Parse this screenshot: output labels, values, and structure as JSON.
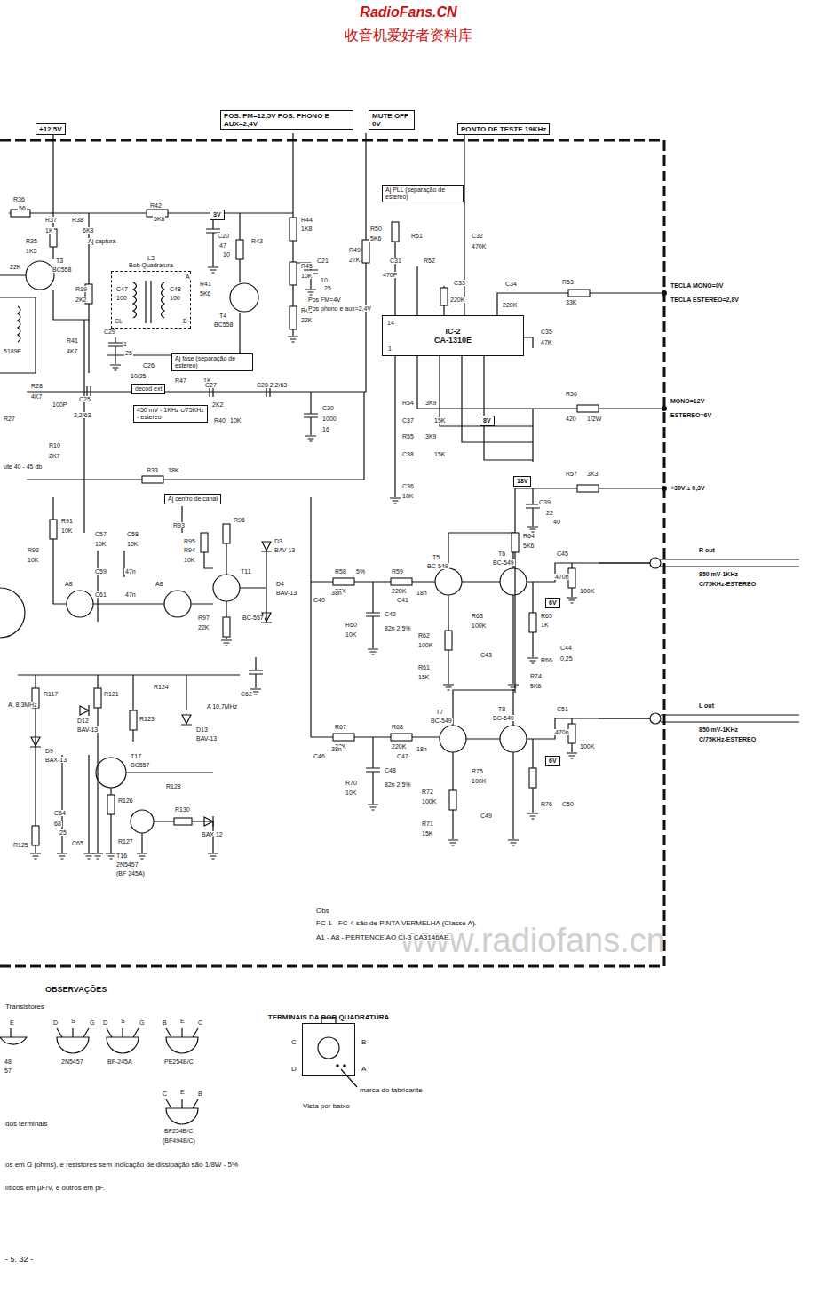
{
  "diagram": {
    "nodes": [
      {
        "text": [
          "+12,5V"
        ]
      },
      {
        "text": [
          "POS. FM=12,5V POS. PHONO E AUX=2,4V"
        ]
      },
      {
        "text": [
          "MUTE OFF 0V"
        ]
      },
      {
        "text": [
          "PONTO DE TESTE 19KHz"
        ]
      },
      {
        "text": [
          "IC-2",
          "CA-1310E"
        ]
      },
      {
        "text": [
          "Aj PLL (separação de estereo)"
        ]
      },
      {
        "text": [
          "3V"
        ]
      },
      {
        "text": [
          "L3",
          "Bob Quadratura"
        ]
      },
      {
        "text": [
          "Aj fase (separação de estereo)"
        ]
      },
      {
        "text": [
          "decod ext"
        ]
      },
      {
        "text": [
          "450 mV - 1KHz c/75KHz - estereo"
        ]
      },
      {
        "text": [
          "Aj centro de canal"
        ]
      },
      {
        "text": [
          "8V"
        ]
      },
      {
        "text": [
          "18V"
        ]
      },
      {
        "text": [
          "6V"
        ]
      },
      {
        "text": [
          "6V"
        ]
      },
      {
        "text": [
          "TERMINAIS DA BOB QUADRATURA"
        ]
      }
    ],
    "edges": [
      {
        "from": 3,
        "to": 4,
        "arrow": "none"
      }
    ],
    "labels": [
      "RadioFans.CN",
      "收音机爱好者资料库",
      "www.radiofans.cn",
      "R36",
      "56",
      "R37",
      "1K",
      "R38",
      "6K8",
      "Aj captura",
      "R35",
      "1K5",
      "22K",
      "T3",
      "BC558",
      "R19",
      "2K2",
      "C47",
      "100",
      "C48",
      "100",
      "R41",
      "5K6",
      "CL",
      "B",
      "A",
      "R42",
      "5K6",
      "C20",
      "47",
      "10",
      "R43",
      "T4",
      "BC558",
      "R44",
      "1K8",
      "R45",
      "10K",
      "C21",
      "10",
      "25",
      "R46",
      "22K",
      "Pos FM=4V",
      "Pos phono e aux=2,4V",
      "R49",
      "27K",
      "5189E",
      "C29",
      "1",
      "25",
      "R41",
      "4K7",
      "C26",
      "10/25",
      "R47",
      "1K",
      "C27",
      "2K2",
      "C28 2,2/63",
      "R40",
      "10K",
      "C30",
      "1000",
      "16",
      "R28",
      "4K7",
      "C25",
      "2,2/63",
      "100P",
      "R27",
      "R10",
      "2K7",
      "ute 40 - 45 db",
      "R33",
      "18K",
      "R50",
      "5K6",
      "R51",
      "C31",
      "470P",
      "R52",
      "C33",
      "220K",
      "C32",
      "470K",
      "C34",
      "220K",
      "R53",
      "33K",
      "C35",
      "47K",
      "14",
      "1",
      "R54",
      "3K9",
      "C37",
      "15K",
      "R55",
      "3K9",
      "C38",
      "15K",
      "C36",
      "10K",
      "R56",
      "420",
      "1/2W",
      "R57",
      "3K3",
      "C39",
      "22",
      "40",
      "R64",
      "5K6",
      "TECLA MONO=0V",
      "TECLA ESTEREO=2,8V",
      "MONO=12V",
      "ESTEREO=6V",
      "+30V ± 0,3V",
      "R out",
      "850 mV-1KHz",
      "C/75KHz-ESTEREO",
      "L out",
      "850 mV-1KHz",
      "C/75KHz-ESTEREO",
      "R58",
      "22K",
      "5%",
      "R59",
      "220K",
      "C40",
      "38n",
      "C41",
      "18n",
      "R60",
      "10K",
      "C42",
      "82n 2,5%",
      "T5",
      "BC-549",
      "T6",
      "BC-549",
      "C45",
      "470n",
      "100K",
      "R63",
      "100K",
      "R65",
      "1K",
      "R66",
      "C43",
      "C44",
      "0,25",
      "R61",
      "15K",
      "R62",
      "100K",
      "R67",
      "22K",
      "R68",
      "220K",
      "C46",
      "38n",
      "C47",
      "18n",
      "R70",
      "10K",
      "C48",
      "82n 2,5%",
      "T7",
      "BC-549",
      "T8",
      "BC-549",
      "R74",
      "5K6",
      "C51",
      "470n",
      "100K",
      "R75",
      "100K",
      "R76",
      "C50",
      "C49",
      "R72",
      "100K",
      "R71",
      "15K",
      "R91",
      "10K",
      "R92",
      "10K",
      "A8",
      "C57",
      "10K",
      "C58",
      "10K",
      "C59",
      "47n",
      "C61",
      "47n",
      "A8",
      "R93",
      "R95",
      "R94",
      "10K",
      "R96",
      "D3",
      "BAV-13",
      "T11",
      "BC-557",
      "D4",
      "BAV-13",
      "R97",
      "22K",
      "C62",
      "R117",
      "A, 8,3MHz",
      "R121",
      "R123",
      "R124",
      "D12",
      "BAV-13",
      "A 10,7MHz",
      "D13",
      "BAV-13",
      "D9",
      "BAX-13",
      "T17",
      "BC557",
      "C64",
      "68",
      "25",
      "C65",
      "R125",
      "R126",
      "R127",
      "R128",
      "T16",
      "2N5457",
      "(BF 245A)",
      "R130",
      "BAX 12",
      "Obs",
      "FC-1 - FC-4 são de PINTA VERMELHA (Classe A).",
      "A1 - A8 - PERTENCE AO CI-3 CA3146AE.",
      "OBSERVAÇÕES",
      "Transistores",
      "E",
      "48",
      "57",
      "D",
      "S",
      "G",
      "2N5457",
      "D",
      "S",
      "G",
      "BF-245A",
      "B",
      "E",
      "C",
      "PE254B/C",
      "C",
      "E",
      "B",
      "BF254B/C",
      "(BF494B/C)",
      "dos terminais",
      "os em Ω (ohms), e resistores sem indicação de dissipação são 1/8W - 5%",
      "líticos em µF/V, e outros em pF.",
      "- 5. 32 -",
      "C",
      "B",
      "D",
      "A",
      "marca do fabricante",
      "Vista por baixo"
    ]
  }
}
